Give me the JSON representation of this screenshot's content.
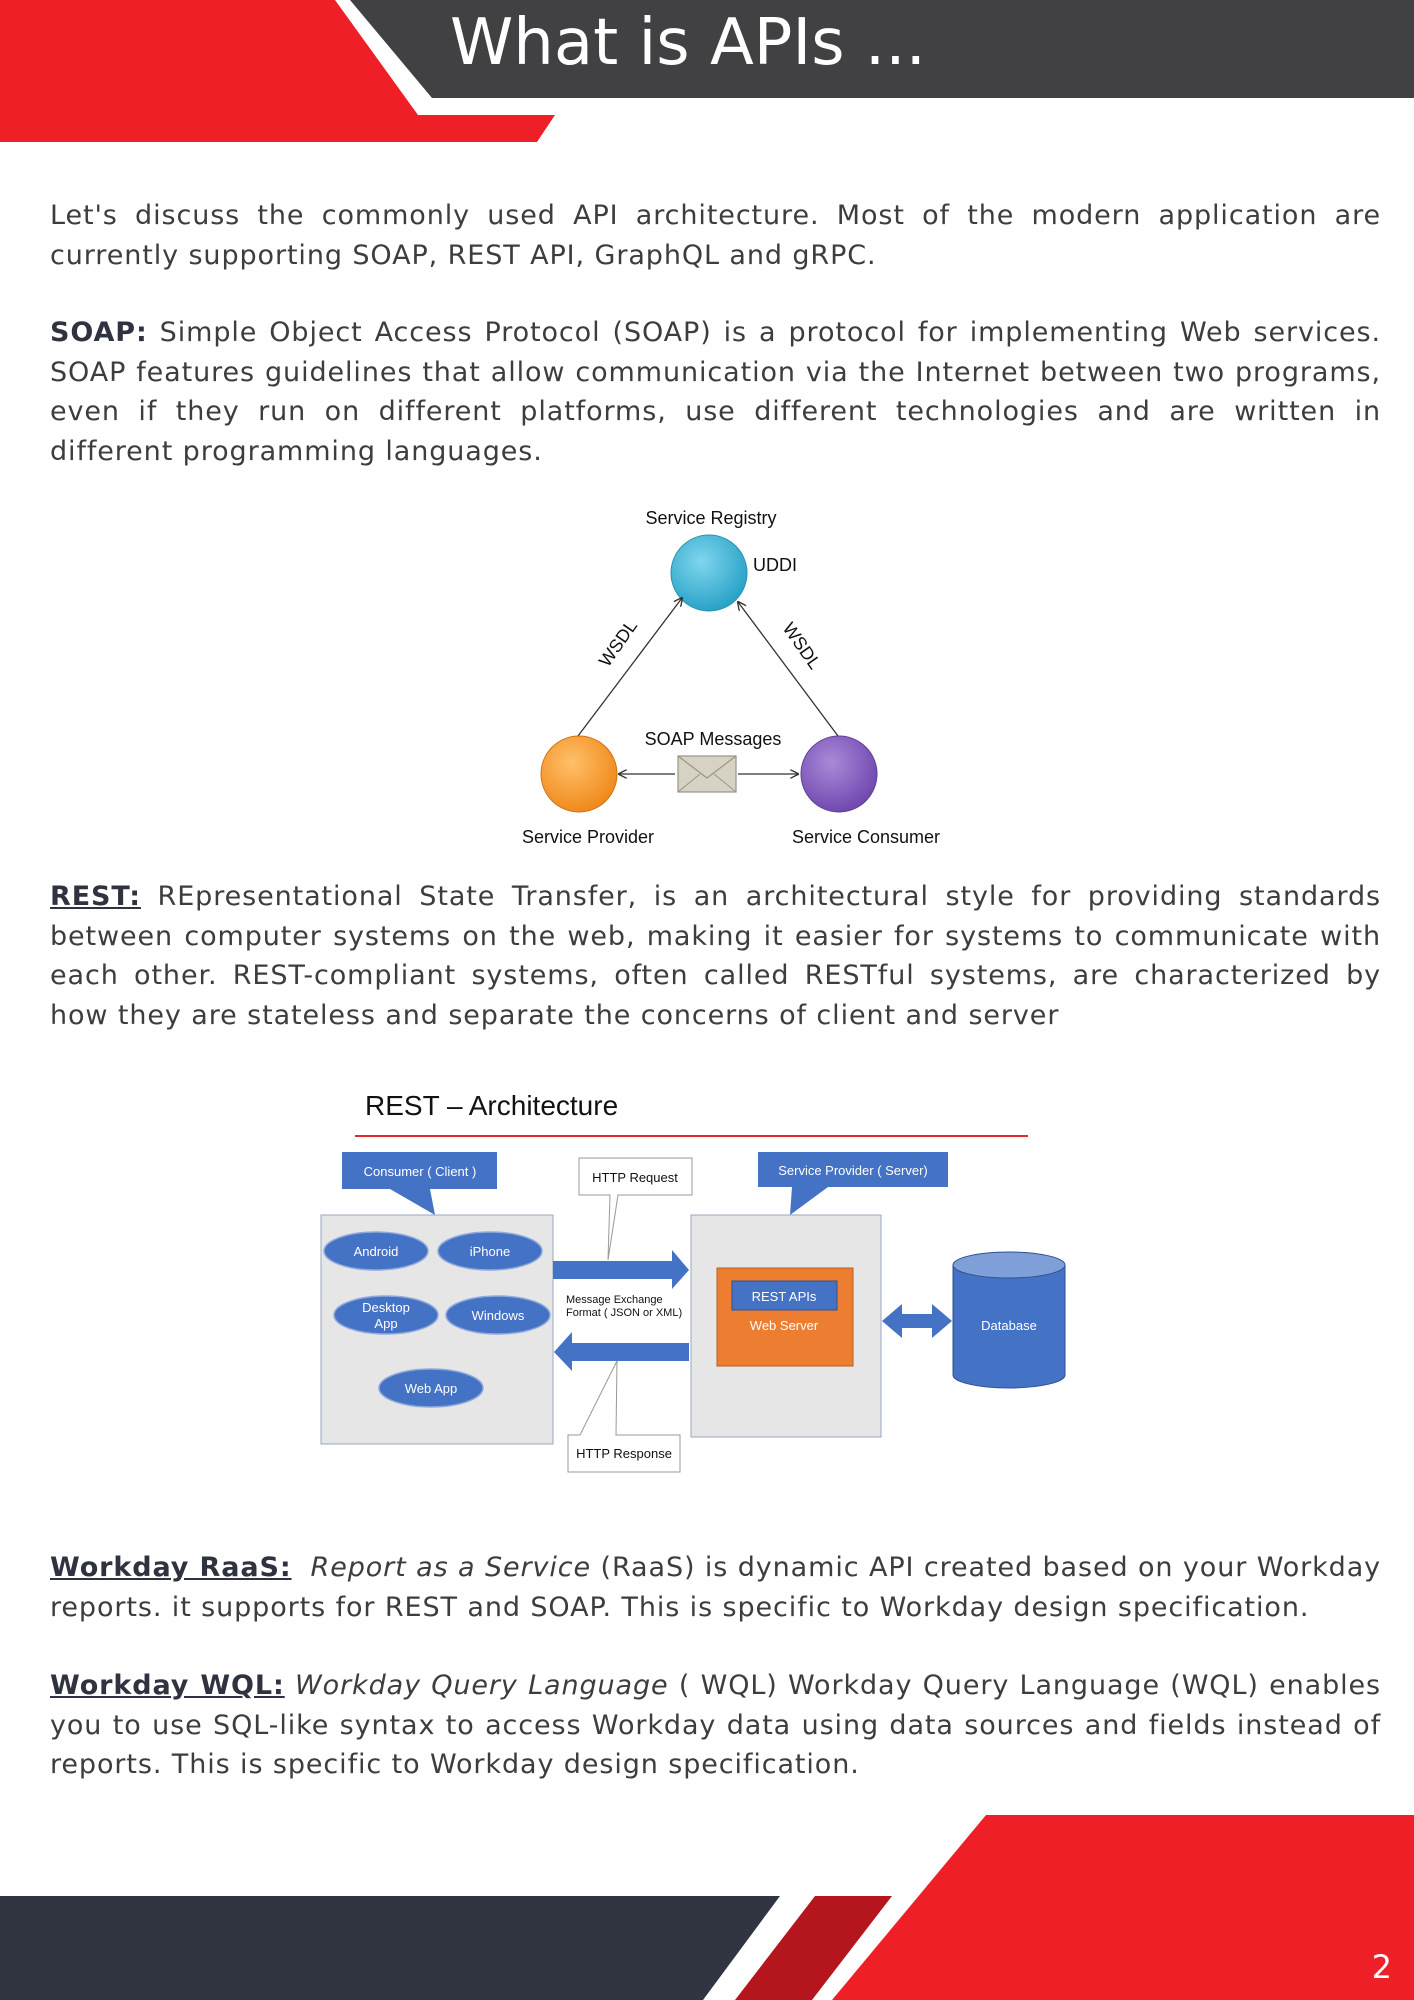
{
  "page": {
    "title": "What is APIs ...",
    "page_number": "2"
  },
  "colors": {
    "accent_red": "#ee1f26",
    "dark_grey": "#414143",
    "navy_dark": "#313542",
    "dark_red": "#b5161d"
  },
  "intro": "Let's discuss the commonly used API architecture. Most of the modern application are currently supporting SOAP, REST API, GraphQL and gRPC.",
  "soap": {
    "label": "SOAP:",
    "text": " Simple Object Access Protocol (SOAP) is a protocol for implementing Web services. SOAP features guidelines that allow communication via the Internet between two programs, even if they run on different platforms, use different technologies and are written in different programming languages."
  },
  "soap_diagram": {
    "registry_label": "Service Registry",
    "uddi_label": "UDDI",
    "wsdl_left": "WSDL",
    "wsdl_right": "WSDL",
    "messages_label": "SOAP Messages",
    "provider_label": "Service Provider",
    "consumer_label": "Service Consumer"
  },
  "rest": {
    "label": "REST:",
    "text": " REpresentational State Transfer, is an architectural style for providing standards between computer systems on the web, making it easier for systems to communicate with each other. REST-compliant systems, often called RESTful systems, are characterized by how they are stateless and separate the concerns of client and server"
  },
  "rest_diagram": {
    "title": "REST – Architecture",
    "consumer_callout": "Consumer ( Client )",
    "provider_callout": "Service Provider ( Server)",
    "http_request": "HTTP Request",
    "http_response": "HTTP Response",
    "clients": [
      "Android",
      "iPhone",
      "Desktop",
      "App",
      "Windows",
      "Web App"
    ],
    "message_line1": "Message Exchange",
    "message_line2": "Format ( JSON or XML)",
    "rest_apis": "REST APIs",
    "web_server": "Web Server",
    "database": "Database"
  },
  "raas": {
    "label": "Workday RaaS:",
    "italic": "Report as a Service",
    "text": " (RaaS) is dynamic API created based on your Workday reports. it supports for REST and SOAP.  This is specific to Workday design specification."
  },
  "wql": {
    "label": "Workday WQL:",
    "italic": "Workday Query Language",
    "text": " ( WQL) Workday Query Language (WQL) enables you to use SQL-like syntax to access Workday data using data sources and fields instead of reports. This is specific to Workday design specification."
  }
}
